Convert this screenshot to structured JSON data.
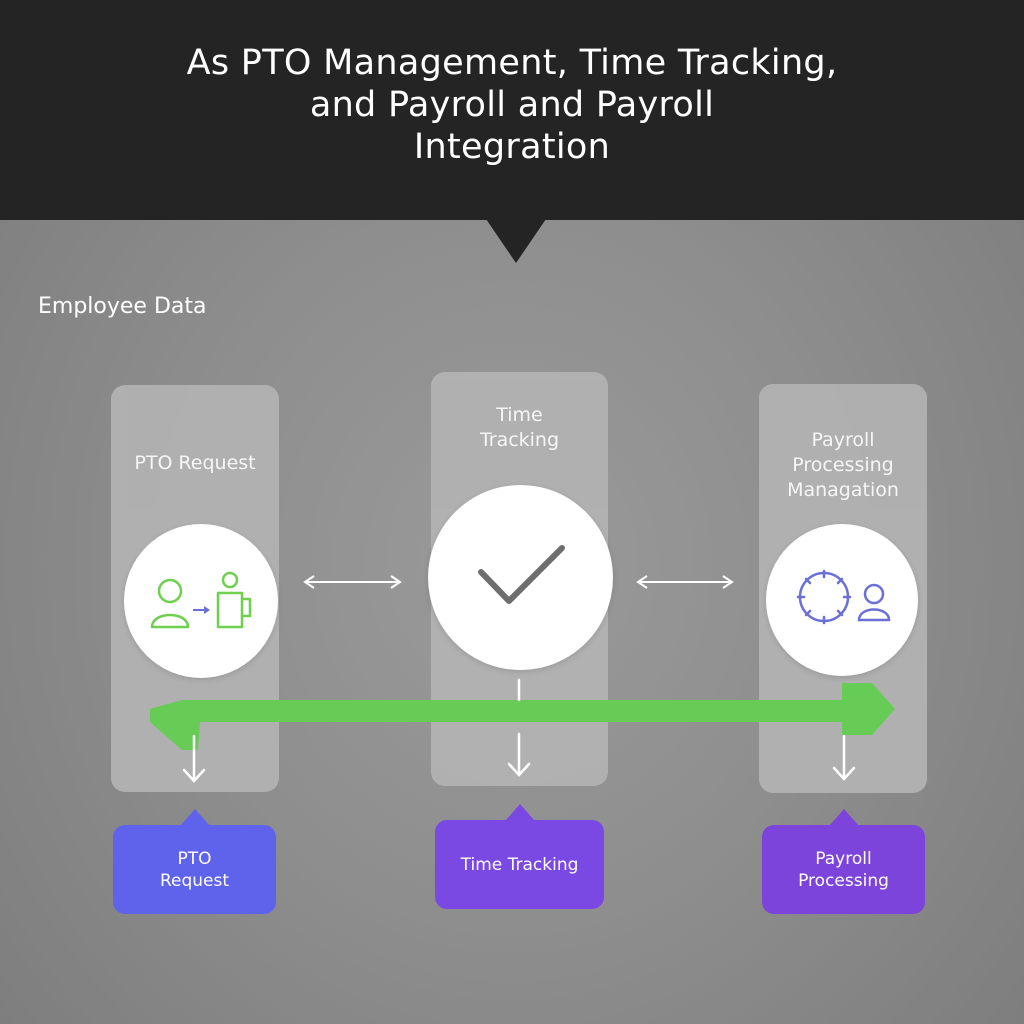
{
  "header": {
    "title_lines": [
      "As PTO Management, Time Tracking,",
      "and Payroll and Payroll",
      "Integration"
    ]
  },
  "section_label": "Employee Data",
  "columns": [
    {
      "title_lines": [
        "PTO Request"
      ],
      "icon": "user-to-mug-icon"
    },
    {
      "title_lines": [
        "Time",
        "Tracking"
      ],
      "icon": "checkmark-icon"
    },
    {
      "title_lines": [
        "Payroll",
        "Processing",
        "Managation"
      ],
      "icon": "clock-user-icon"
    }
  ],
  "outputs": [
    {
      "lines": [
        "PTO",
        "Request"
      ],
      "color": "#5f63ec"
    },
    {
      "lines": [
        "Time Tracking"
      ],
      "color": "#7a48e2"
    },
    {
      "lines": [
        "Payroll",
        "Processing"
      ],
      "color": "#7d44dc"
    }
  ],
  "colors": {
    "header_bg": "#242424",
    "flow_arrow": "#66cc55",
    "icon_green": "#6fcf4f",
    "icon_blue": "#6b6fd8"
  }
}
